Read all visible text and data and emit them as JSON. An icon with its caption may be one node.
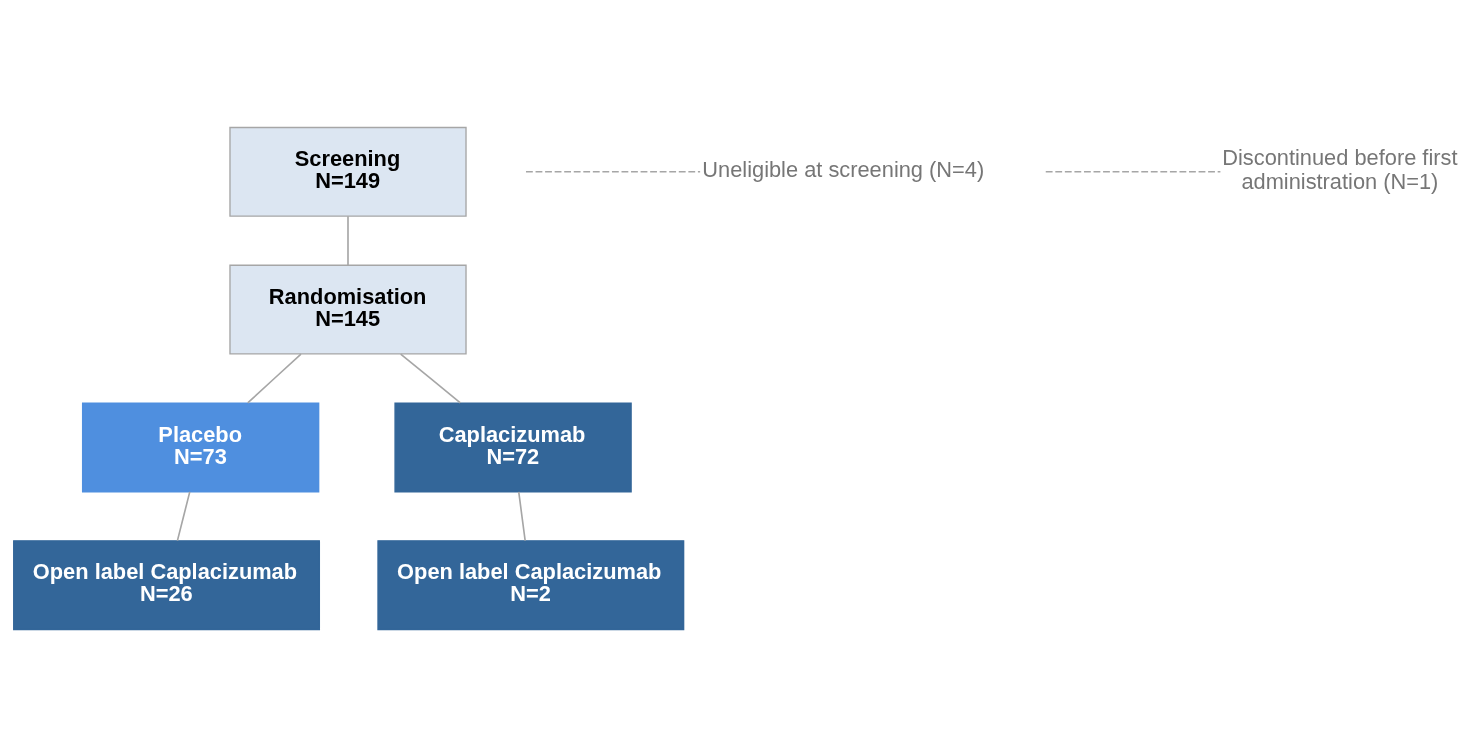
{
  "diagram": {
    "nodes": [
      {
        "text": [
          "Screening",
          "N=149"
        ]
      },
      {
        "text": [
          "Randomisation",
          "N=145"
        ]
      },
      {
        "text": [
          "Placebo",
          "N=73"
        ]
      },
      {
        "text": [
          "Caplacizumab",
          "N=72"
        ]
      },
      {
        "text": [
          "Open label Caplacizumab",
          "N=26"
        ]
      },
      {
        "text": [
          "Open label Caplacizumab",
          "N=2"
        ]
      },
      {
        "text": [
          "Uneligible at screening (N=4)"
        ]
      },
      {
        "text": [
          "Discontinued before first administration (N=1)"
        ]
      }
    ],
    "edges": [
      {
        "from": 0,
        "to": 1,
        "arrow": "none"
      },
      {
        "from": null,
        "to": 6,
        "arrow": "none",
        "style": "dashed"
      },
      {
        "from": 1,
        "to": 2,
        "arrow": "none"
      },
      {
        "from": 1,
        "to": 3,
        "arrow": "none"
      },
      {
        "from": 2,
        "to": 4,
        "arrow": "none"
      },
      {
        "from": 3,
        "to": 5,
        "arrow": "none"
      },
      {
        "from": null,
        "to": 7,
        "arrow": "none",
        "style": "dashed"
      }
    ]
  }
}
